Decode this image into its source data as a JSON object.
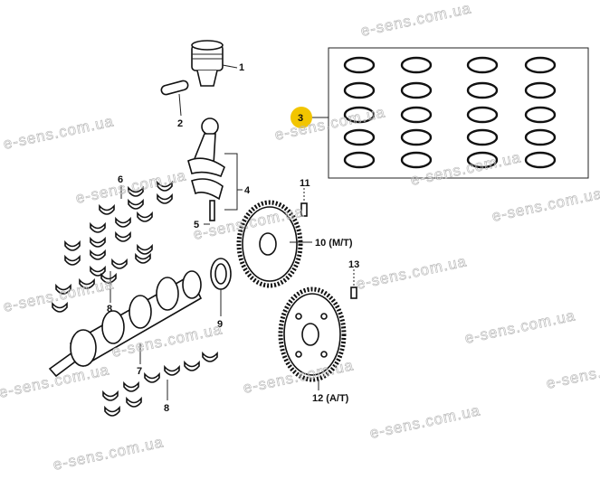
{
  "callouts": {
    "c1": "1",
    "c2": "2",
    "c3": "3",
    "c4": "4",
    "c5": "5",
    "c6": "6",
    "c7": "7",
    "c8a": "8",
    "c8b": "8",
    "c9": "9",
    "c10": "10 (M/T)",
    "c11": "11",
    "c12": "12  (A/T)",
    "c13": "13"
  },
  "highlight_color": "#f2c500",
  "watermark": "e-sens.com.ua"
}
